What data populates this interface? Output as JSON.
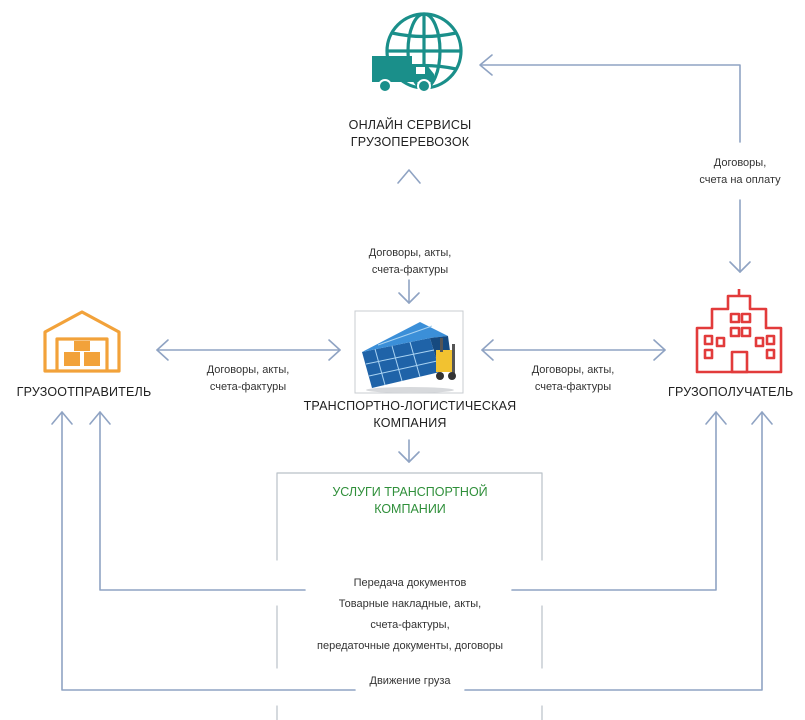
{
  "top_node": {
    "line1": "ОНЛАЙН СЕРВИСЫ",
    "line2": "ГРУЗОПЕРЕВОЗОК"
  },
  "shipper": {
    "label": "ГРУЗООТПРАВИТЕЛЬ"
  },
  "consignee": {
    "label": "ГРУЗОПОЛУЧАТЕЛЬ"
  },
  "center_node": {
    "line1": "ТРАНСПОРТНО-ЛОГИСТИЧЕСКАЯ",
    "line2": "КОМПАНИЯ"
  },
  "services_box": {
    "line1": "УСЛУГИ ТРАНСПОРТНОЙ",
    "line2": "КОМПАНИИ"
  },
  "edges": {
    "center_to_top": {
      "line1": "Договоры, акты,",
      "line2": "счета-фактуры"
    },
    "consignee_to_top": {
      "line1": "Договоры,",
      "line2": "счета на оплату"
    },
    "shipper_center": {
      "line1": "Договоры, акты,",
      "line2": "счета-фактуры"
    },
    "center_consignee": {
      "line1": "Договоры, акты,",
      "line2": "счета-фактуры"
    },
    "documents": {
      "line1": "Передача документов",
      "line2": "Товарные накладные, акты,",
      "line3": "счета-фактуры,",
      "line4": "передаточные документы, договоры"
    },
    "cargo": {
      "label": "Движение груза"
    }
  },
  "colors": {
    "teal": "#1a8f8a",
    "orange": "#f2a23a",
    "red": "#e23b3b",
    "green": "#2f8f3a",
    "arrow": "#8fa3c3"
  },
  "icons": {
    "top": "globe-truck-icon",
    "shipper": "warehouse-icon",
    "consignee": "office-building-icon",
    "center": "cargo-forklift-image"
  }
}
